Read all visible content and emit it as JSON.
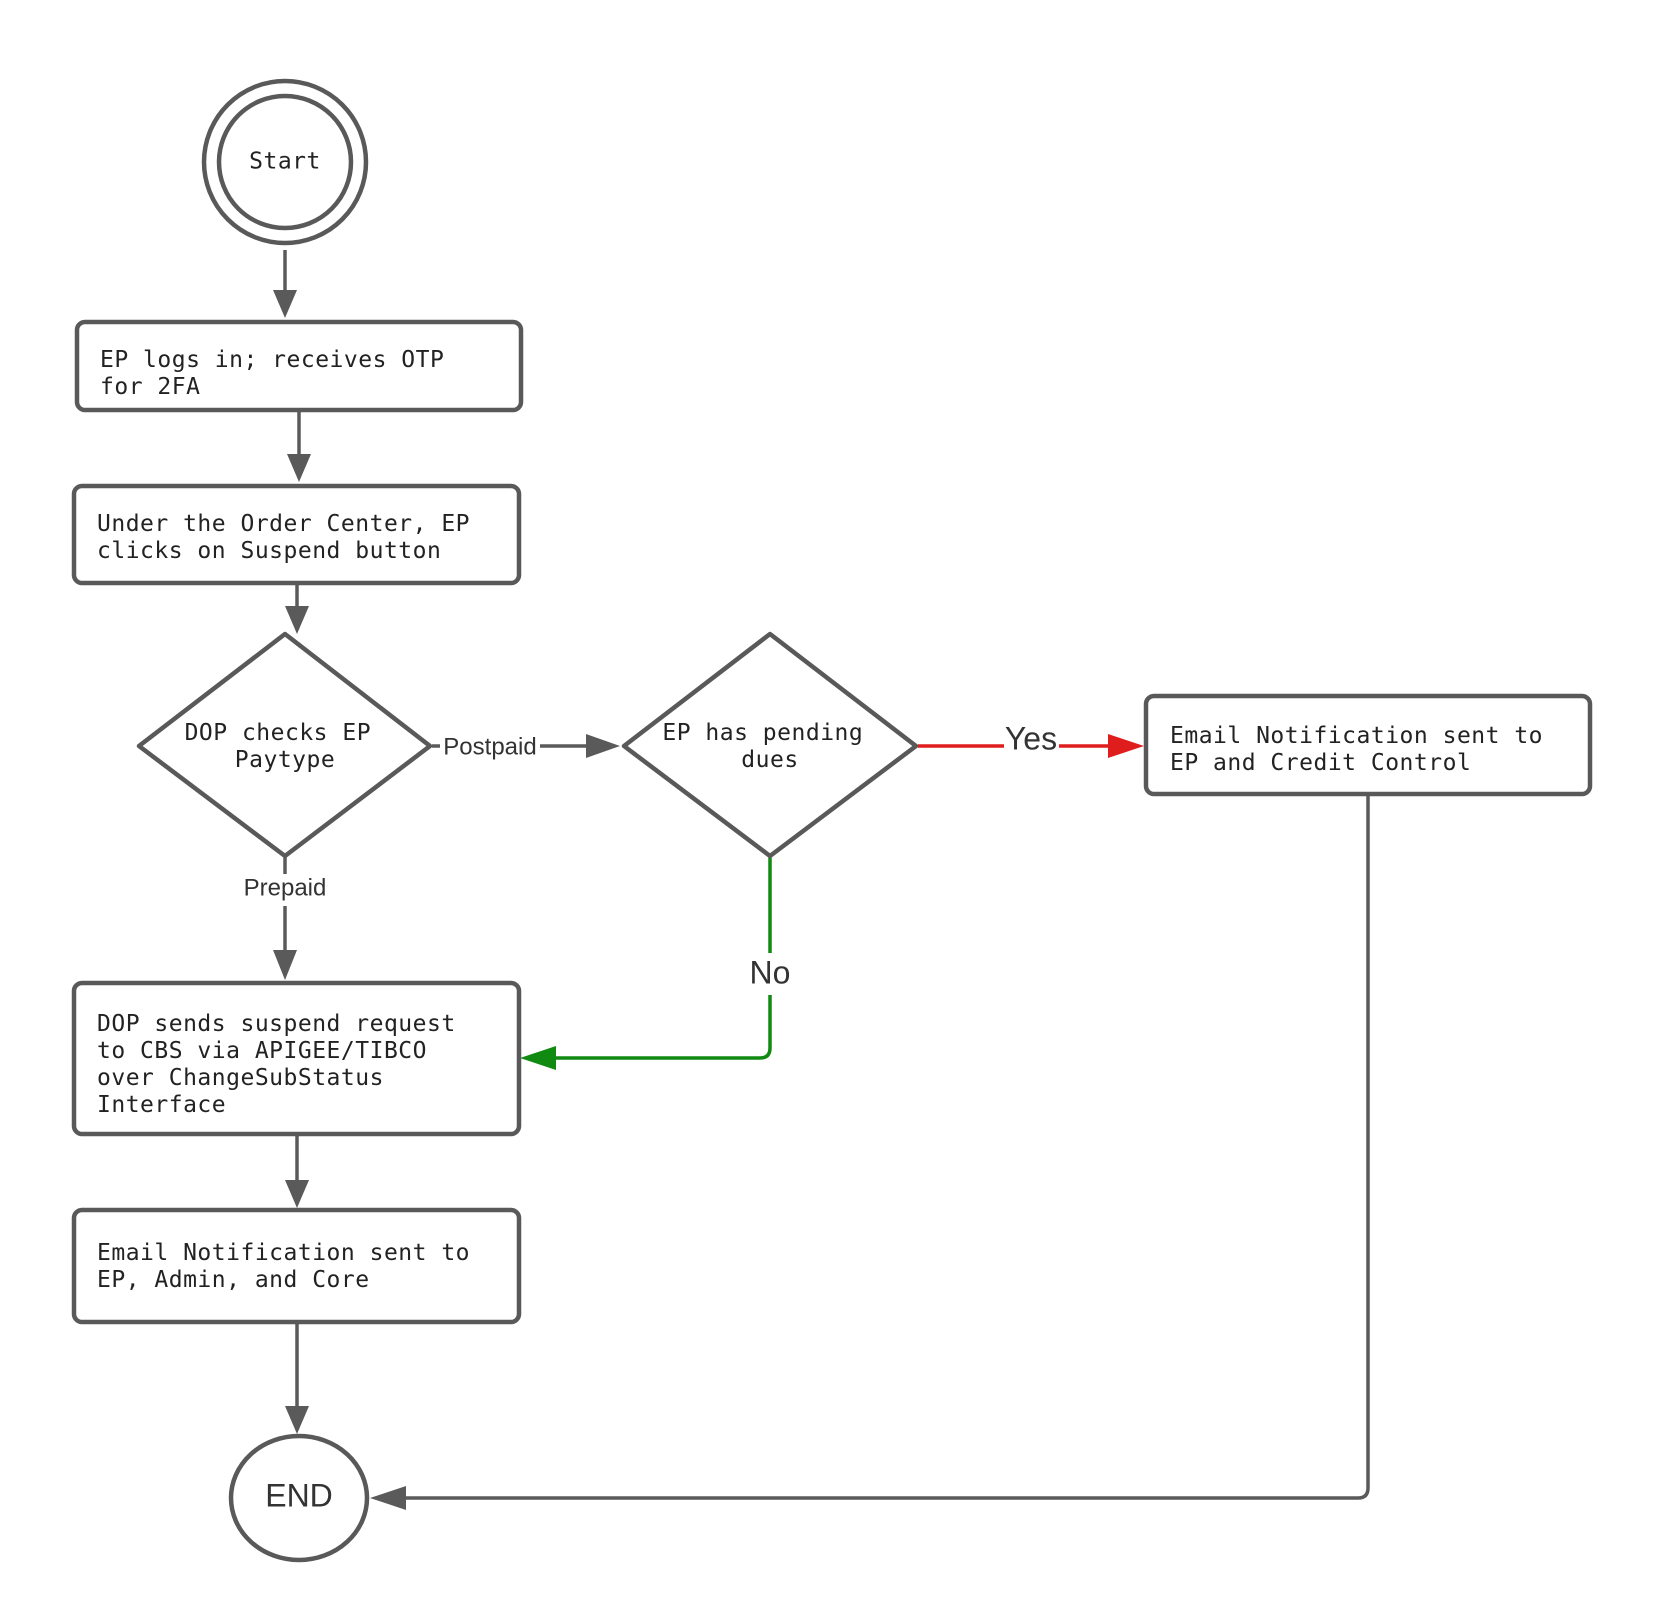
{
  "diagram": {
    "nodes": {
      "start": {
        "label": "Start",
        "shape": "double-circle"
      },
      "login": {
        "lines": [
          "EP logs in; receives OTP",
          "for 2FA"
        ],
        "shape": "rounded-rect"
      },
      "suspend": {
        "lines": [
          "Under the Order Center, EP",
          "clicks on Suspend button"
        ],
        "shape": "rounded-rect"
      },
      "paytype": {
        "lines": [
          "DOP checks EP",
          "Paytype"
        ],
        "shape": "diamond"
      },
      "dues": {
        "lines": [
          "EP has pending",
          "dues"
        ],
        "shape": "diamond"
      },
      "notify_credit": {
        "lines": [
          "Email Notification sent to",
          "EP and Credit Control"
        ],
        "shape": "rounded-rect"
      },
      "send_request": {
        "lines": [
          "DOP sends suspend request",
          "to CBS via APIGEE/TIBCO",
          "over ChangeSubStatus",
          "Interface"
        ],
        "shape": "rounded-rect"
      },
      "notify_admin": {
        "lines": [
          "Email Notification sent to",
          "EP, Admin, and Core"
        ],
        "shape": "rounded-rect"
      },
      "end": {
        "label": "END",
        "shape": "circle"
      }
    },
    "edges": {
      "start_login": {
        "from": "start",
        "to": "login",
        "label": ""
      },
      "login_suspend": {
        "from": "login",
        "to": "suspend",
        "label": ""
      },
      "suspend_paytype": {
        "from": "suspend",
        "to": "paytype",
        "label": ""
      },
      "paytype_dues": {
        "from": "paytype",
        "to": "dues",
        "label": "Postpaid"
      },
      "paytype_send": {
        "from": "paytype",
        "to": "send_request",
        "label": "Prepaid"
      },
      "dues_notify": {
        "from": "dues",
        "to": "notify_credit",
        "label": "Yes",
        "color": "#e01d1d"
      },
      "dues_send": {
        "from": "dues",
        "to": "send_request",
        "label": "No",
        "color": "#118a11"
      },
      "send_notify": {
        "from": "send_request",
        "to": "notify_admin",
        "label": ""
      },
      "notify_end": {
        "from": "notify_admin",
        "to": "end",
        "label": ""
      },
      "credit_end": {
        "from": "notify_credit",
        "to": "end",
        "label": ""
      }
    }
  }
}
